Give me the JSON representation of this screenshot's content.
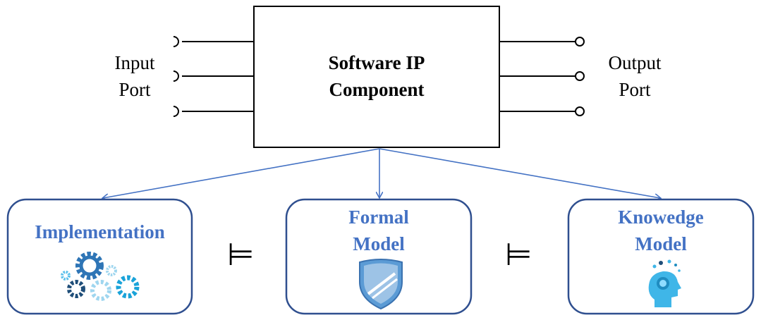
{
  "component": {
    "title_line1": "Software IP",
    "title_line2": "Component"
  },
  "input_port": {
    "line1": "Input",
    "line2": "Port"
  },
  "output_port": {
    "line1": "Output",
    "line2": "Port"
  },
  "boxes": [
    {
      "line1": "Implementation",
      "line2": "",
      "icon": "gears-icon"
    },
    {
      "line1": "Formal",
      "line2": "Model",
      "icon": "shield-icon"
    },
    {
      "line1": "Knowedge",
      "line2": "Model",
      "icon": "brain-head-icon"
    }
  ],
  "relation_symbol": "⊨",
  "colors": {
    "accent": "#4472c4",
    "box_border": "#2f4f8f",
    "arrow": "#4472c4",
    "gear_blue": "#2e75b6",
    "gear_light": "#5bc0eb",
    "gear_dark": "#1f4e79",
    "shield": "#5b9bd5",
    "head": "#3fb6e8"
  }
}
